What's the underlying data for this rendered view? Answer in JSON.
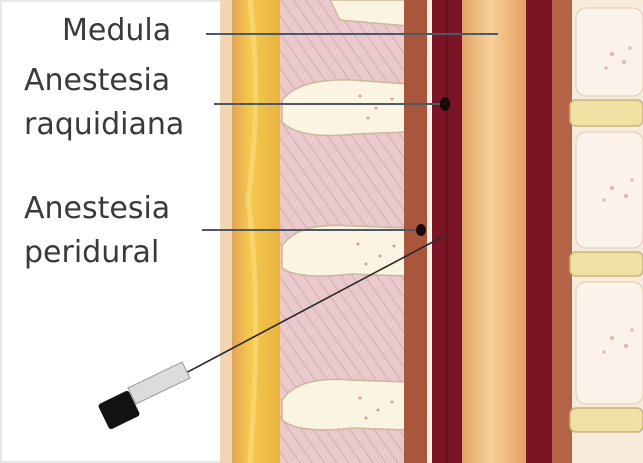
{
  "labels": {
    "medula": "Medula",
    "raquidiana_line1": "Anestesia",
    "raquidiana_line2": "raquidiana",
    "peridural_line1": "Anestesia",
    "peridural_line2": "peridural"
  },
  "colors": {
    "background": "#ffffff",
    "fat_layer": "#f2c24a",
    "skin_edge": "#d89a52",
    "muscle": "#e6c2c4",
    "spinous_process": "#fbf3df",
    "ligament": "#9a4a34",
    "dura": "#7a1626",
    "spinal_cord": "#f0c088",
    "vertebral_body": "#f8eee0",
    "disc": "#f2e2a8",
    "leader_line": "#4d5a66",
    "syringe": "#111111"
  }
}
